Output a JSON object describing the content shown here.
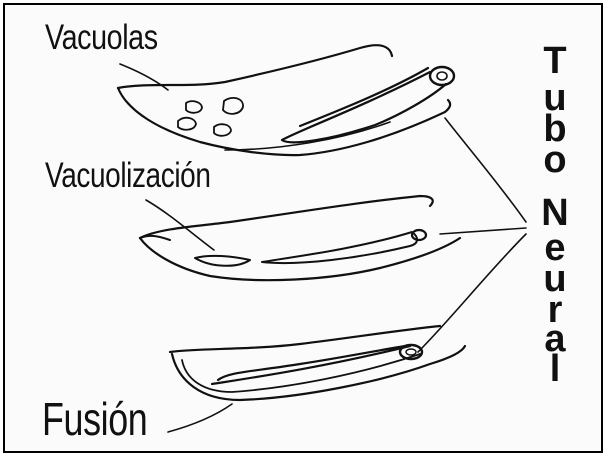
{
  "labels": {
    "vacuolas": "Vacuolas",
    "vacuolizacion": "Vacuolización",
    "fusion": "Fusión"
  },
  "vertical_label": {
    "text": "Tubo Neural",
    "letters": [
      "T",
      "u",
      "b",
      "o",
      "N",
      "e",
      "u",
      "r",
      "a",
      "l"
    ]
  },
  "colors": {
    "ink": "#111111",
    "frame": "#000000",
    "background": "#fbfbfb"
  }
}
